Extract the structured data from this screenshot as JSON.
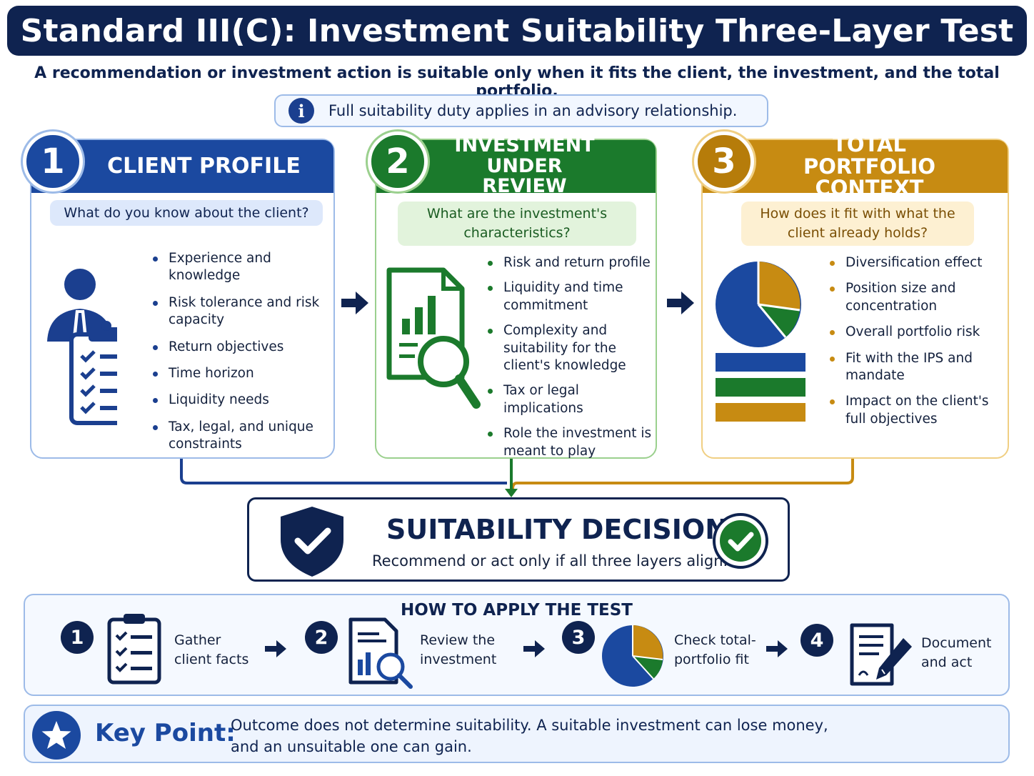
{
  "title": "Standard III(C): Investment Suitability Three-Layer Test",
  "subtitle": "A recommendation or investment action is suitable only when it fits the client, the investment, and the total portfolio.",
  "info": {
    "icon": "info-icon",
    "text": "Full suitability duty applies in an advisory relationship."
  },
  "layers": [
    {
      "number": "1",
      "title": "CLIENT PROFILE",
      "question": "What do you know about the client?",
      "bullets": [
        "Experience and knowledge",
        "Risk tolerance and risk capacity",
        "Return objectives",
        "Time horizon",
        "Liquidity needs",
        "Tax, legal, and unique constraints"
      ],
      "icon": "client-clipboard-icon",
      "color": "#1b49a0"
    },
    {
      "number": "2",
      "title": "INVESTMENT UNDER REVIEW",
      "question": "What are the investment's characteristics?",
      "bullets": [
        "Risk and return profile",
        "Liquidity and time commitment",
        "Complexity and suitability for the client's knowledge",
        "Tax or legal implications",
        "Role the investment is meant to play"
      ],
      "icon": "document-magnifier-icon",
      "color": "#1b7a2c"
    },
    {
      "number": "3",
      "title": "TOTAL PORTFOLIO CONTEXT",
      "question": "How does it fit with what the client already holds?",
      "bullets": [
        "Diversification effect",
        "Position size and concentration",
        "Overall portfolio risk",
        "Fit with the IPS and mandate",
        "Impact on the client's full objectives"
      ],
      "icon": "pie-chart-icon",
      "color": "#c78b12"
    }
  ],
  "decision": {
    "title": "SUITABILITY DECISION",
    "text": "Recommend or act only if all three layers align.",
    "icons": [
      "shield-check-icon",
      "check-circle-icon"
    ]
  },
  "apply": {
    "title": "HOW TO APPLY THE TEST",
    "steps": [
      {
        "number": "1",
        "label": "Gather client facts",
        "icon": "clipboard-icon"
      },
      {
        "number": "2",
        "label": "Review the investment",
        "icon": "document-chart-icon"
      },
      {
        "number": "3",
        "label": "Check total-portfolio fit",
        "icon": "pie-chart-icon"
      },
      {
        "number": "4",
        "label": "Document and act",
        "icon": "document-pen-icon"
      }
    ]
  },
  "key_point": {
    "label": "Key Point:",
    "text_line1": "Outcome does not determine suitability. A suitable investment can lose money,",
    "text_line2": "and an unsuitable one can gain.",
    "icon": "star-icon"
  },
  "colors": {
    "navy": "#0f2350",
    "blue": "#1b49a0",
    "green": "#1b7a2c",
    "gold": "#c78b12"
  }
}
